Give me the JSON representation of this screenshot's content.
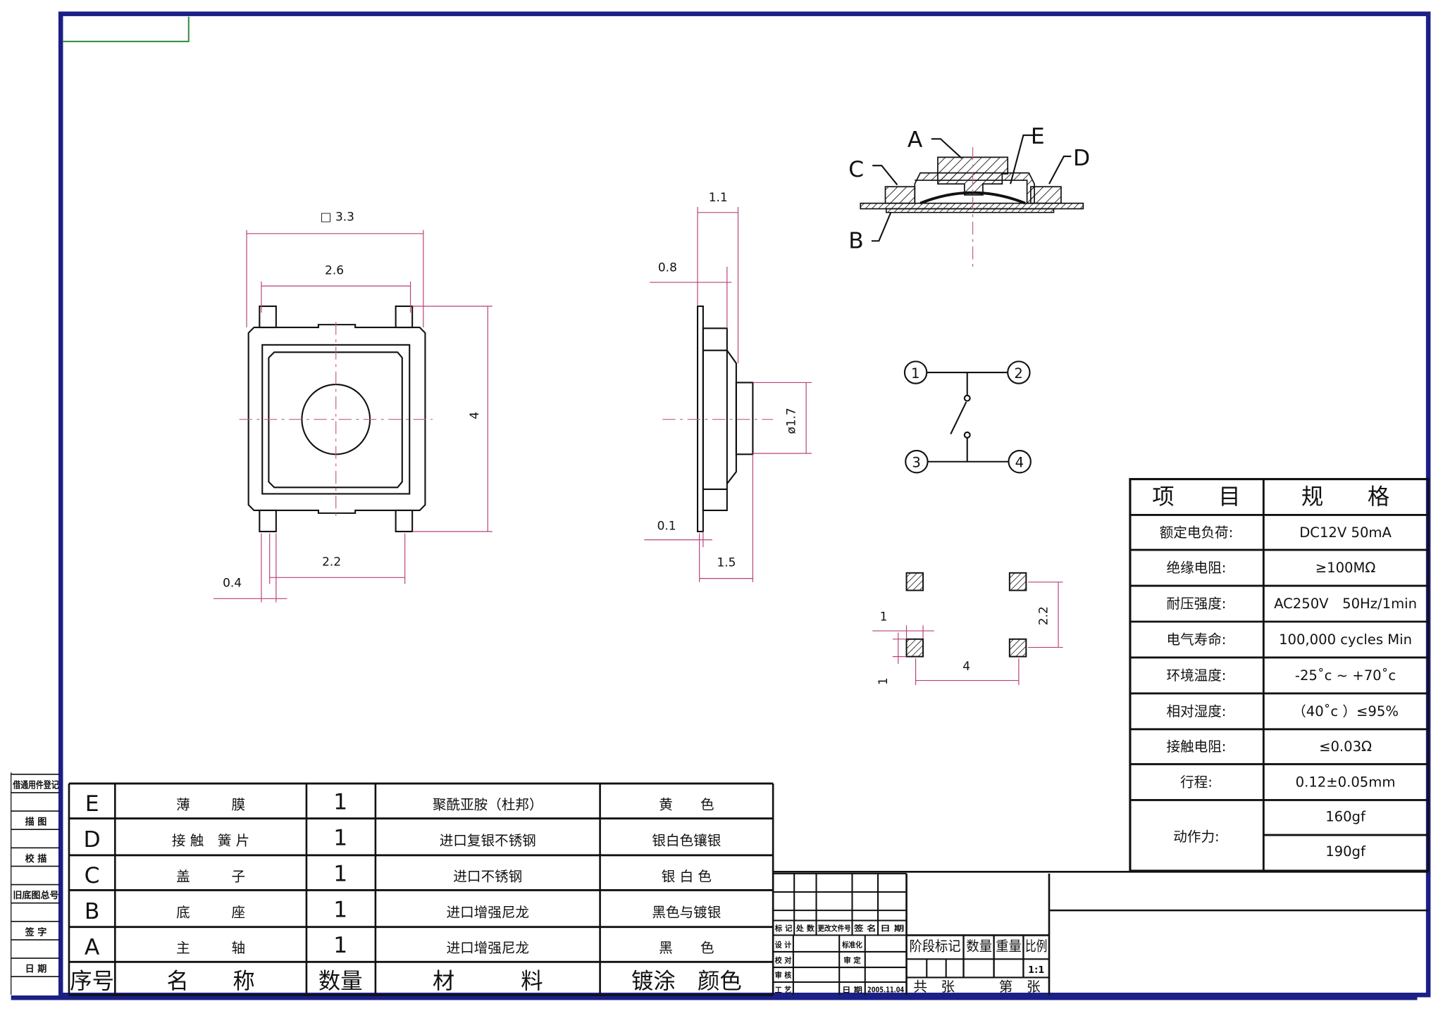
{
  "colors": {
    "frame": "#1b1f86",
    "dimension": "#b8407a",
    "lines": "#111111",
    "corner": "#2e8b3a"
  },
  "sidebar": {
    "labels": [
      "借通用件登记",
      "描 图",
      "校 描",
      "旧底图总号",
      "签 字",
      "日 期"
    ]
  },
  "top_view": {
    "dims": {
      "overall": "□ 3.3",
      "inner": "2.6",
      "height": "4",
      "pin_pitch": "2.2",
      "pin_width": "0.4"
    }
  },
  "side_view": {
    "dims": {
      "total": "1.1",
      "body": "0.8",
      "pin": "0.1",
      "depth": "1.5",
      "stem": "ø1.7"
    }
  },
  "section_view": {
    "labels": [
      "A",
      "B",
      "C",
      "D",
      "E"
    ]
  },
  "schematic": {
    "pins": [
      "1",
      "2",
      "3",
      "4"
    ]
  },
  "footprint": {
    "dims": {
      "pad_w": "1",
      "pad_h": "1",
      "pitch_x": "4",
      "pitch_y": "2.2"
    }
  },
  "spec_table": {
    "header": [
      "项　　目",
      "规　　格"
    ],
    "rows": [
      [
        "额定电负荷:",
        "DC12V 50mA"
      ],
      [
        "绝缘电阻:",
        "≥100MΩ"
      ],
      [
        "耐压强度:",
        "AC250V　50Hz/1min"
      ],
      [
        "电气寿命:",
        "100,000 cycles Min"
      ],
      [
        "环境温度:",
        "-25˚c ~ +70˚c"
      ],
      [
        "相对湿度:",
        "（40˚c ）≤95%"
      ],
      [
        "接触电阻:",
        "≤0.03Ω"
      ],
      [
        "行程:",
        "0.12±0.05mm"
      ]
    ],
    "force_label": "动作力:",
    "force_values": [
      "160gf",
      "190gf"
    ]
  },
  "bom": {
    "rows": [
      [
        "E",
        "薄　　　膜",
        "1",
        "聚酰亚胺（杜邦）",
        "黄　　色"
      ],
      [
        "D",
        "接 触　簧 片",
        "1",
        "进口复银不锈钢",
        "银白色镶银"
      ],
      [
        "C",
        "盖　　　子",
        "1",
        "进口不锈钢",
        "银 白 色"
      ],
      [
        "B",
        "底　　　座",
        "1",
        "进口增强尼龙",
        "黑色与镀银"
      ],
      [
        "A",
        "主　　　轴",
        "1",
        "进口增强尼龙",
        "黑　　色"
      ]
    ],
    "header": [
      "序号",
      "名　　称",
      "数量",
      "材　　　料",
      "镀涂　颜色"
    ]
  },
  "title_block": {
    "change_header": [
      "标 记",
      "处 数",
      "更改文件号",
      "签 名",
      "日 期"
    ],
    "roles": [
      "设 计",
      "校 对",
      "审 核",
      "工 艺"
    ],
    "roles2": [
      "标准化",
      "审 定",
      "",
      "日 期"
    ],
    "date": "2005.11.04",
    "stage_header": [
      "阶段标记",
      "数量",
      "重量",
      "比例"
    ],
    "scale": "1:1",
    "sheets_total": "共　张",
    "sheet_no": "第　张"
  }
}
